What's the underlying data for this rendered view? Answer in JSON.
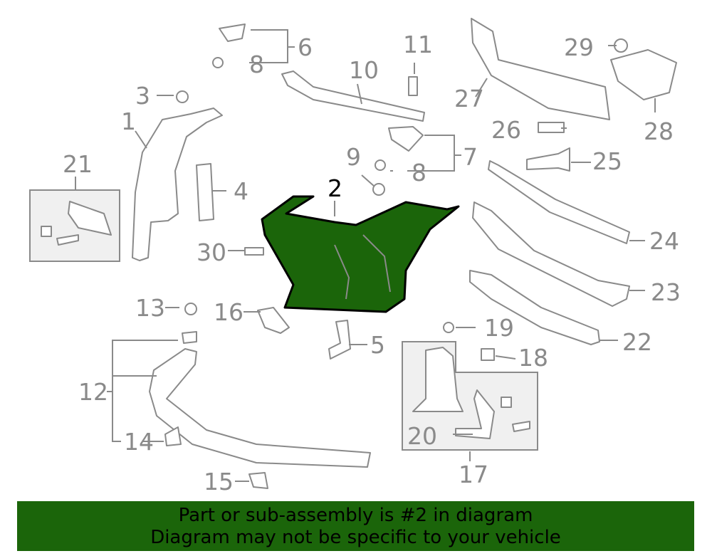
{
  "colors": {
    "highlight_fill": "#1b650a",
    "highlight_stroke": "#000000",
    "part_stroke": "#8a8a8a",
    "banner_bg": "#1b650a"
  },
  "callouts": {
    "c1": "1",
    "c2": "2",
    "c3": "3",
    "c4": "4",
    "c5": "5",
    "c6": "6",
    "c7": "7",
    "c8a": "8",
    "c8b": "8",
    "c9": "9",
    "c10": "10",
    "c11": "11",
    "c12": "12",
    "c13": "13",
    "c14": "14",
    "c15": "15",
    "c16": "16",
    "c17": "17",
    "c18": "18",
    "c19": "19",
    "c20": "20",
    "c21": "21",
    "c22": "22",
    "c23": "23",
    "c24": "24",
    "c25": "25",
    "c26": "26",
    "c27": "27",
    "c28": "28",
    "c29": "29",
    "c30": "30"
  },
  "banner": {
    "line1": "Part or sub-assembly is #2 in diagram",
    "line2": "Diagram may not be specific to your vehicle"
  }
}
